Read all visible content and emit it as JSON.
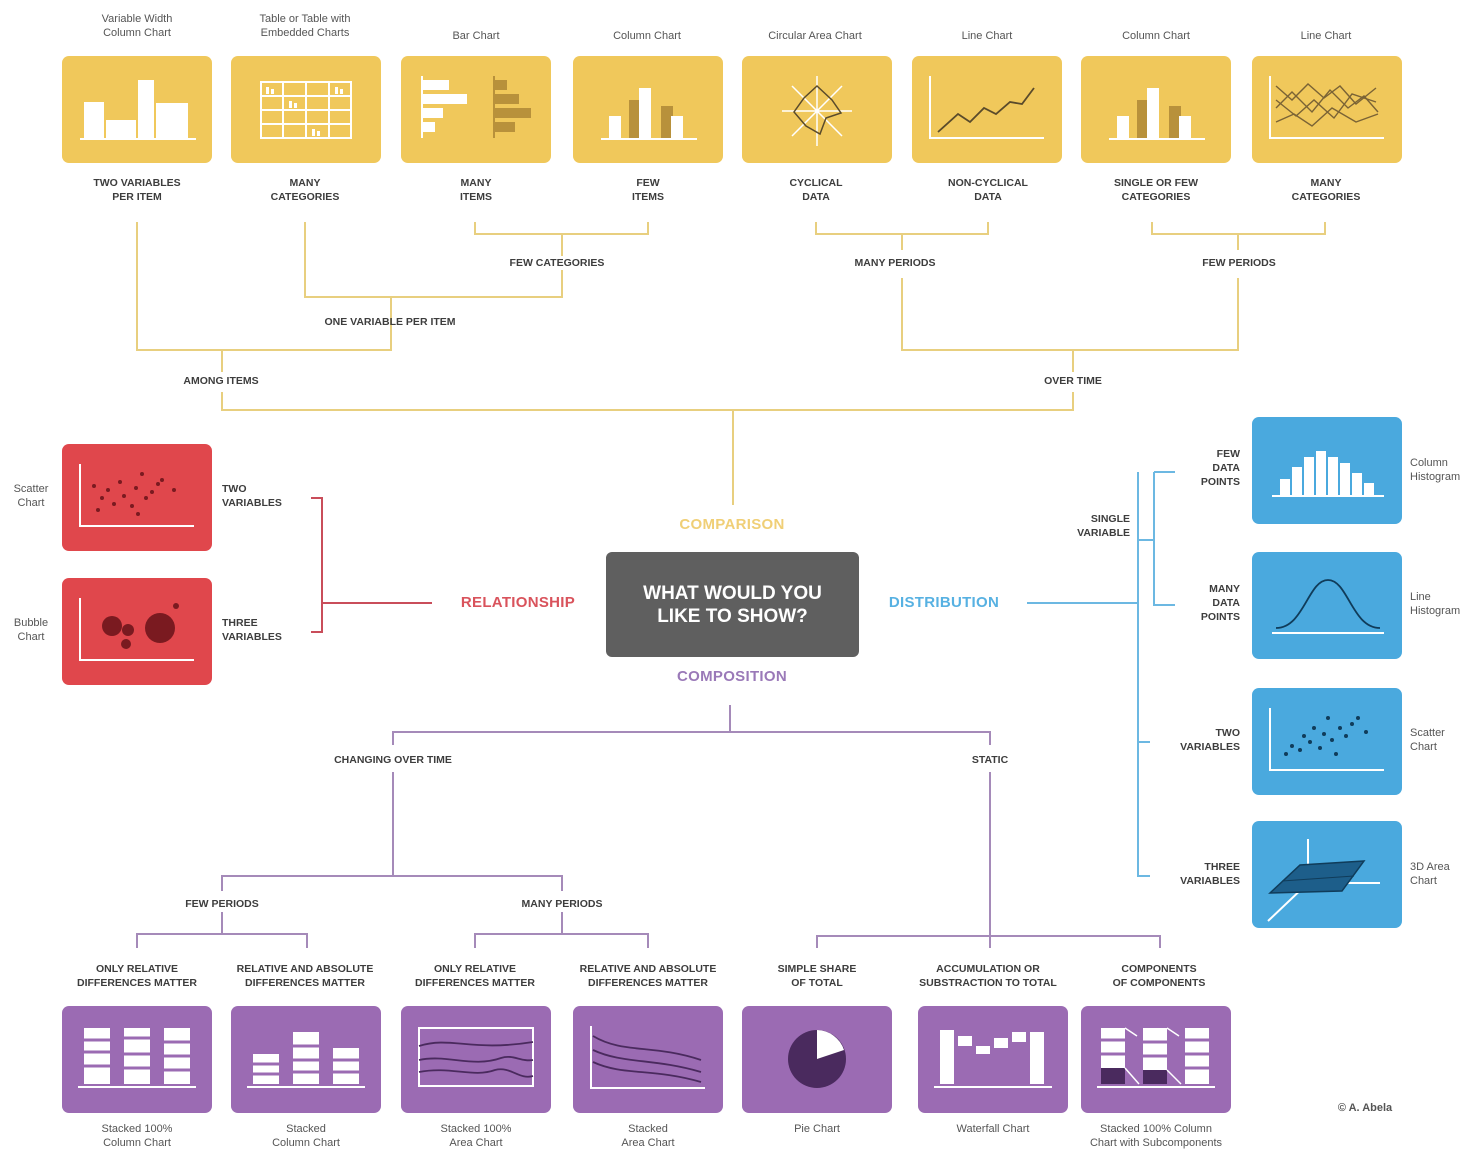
{
  "center_question": "WHAT WOULD YOU\nLIKE TO SHOW?",
  "categories": {
    "comparison": "COMPARISON",
    "relationship": "RELATIONSHIP",
    "distribution": "DISTRIBUTION",
    "composition": "COMPOSITION"
  },
  "colors": {
    "comparison": "#f0c85b",
    "relationship": "#e0474c",
    "distribution": "#4aa9de",
    "composition": "#9b6bb3",
    "center": "#5f5f5f"
  },
  "comparison": {
    "charts": [
      {
        "title": "Variable Width\nColumn Chart",
        "label": "TWO VARIABLES\nPER ITEM",
        "icon": "variable-width-column-chart-icon"
      },
      {
        "title": "Table or Table with\nEmbedded Charts",
        "label": "MANY\nCATEGORIES",
        "icon": "table-embedded-charts-icon"
      },
      {
        "title": "Bar Chart",
        "label": "MANY\nITEMS",
        "icon": "bar-chart-icon"
      },
      {
        "title": "Column Chart",
        "label": "FEW\nITEMS",
        "icon": "column-chart-icon"
      },
      {
        "title": "Circular Area Chart",
        "label": "CYCLICAL\nDATA",
        "icon": "circular-area-chart-icon"
      },
      {
        "title": "Line Chart",
        "label": "NON-CYCLICAL\nDATA",
        "icon": "line-chart-icon"
      },
      {
        "title": "Column Chart",
        "label": "SINGLE OR FEW\nCATEGORIES",
        "icon": "column-chart-icon"
      },
      {
        "title": "Line Chart",
        "label": "MANY\nCATEGORIES",
        "icon": "multi-line-chart-icon"
      }
    ],
    "branches": {
      "few_categories": "FEW CATEGORIES",
      "many_periods": "MANY PERIODS",
      "few_periods": "FEW PERIODS",
      "one_variable_per_item": "ONE VARIABLE PER ITEM",
      "among_items": "AMONG ITEMS",
      "over_time": "OVER TIME"
    }
  },
  "relationship": {
    "items": [
      {
        "chart": "Scatter\nChart",
        "label": "TWO\nVARIABLES",
        "icon": "scatter-chart-icon"
      },
      {
        "chart": "Bubble\nChart",
        "label": "THREE\nVARIABLES",
        "icon": "bubble-chart-icon"
      }
    ]
  },
  "distribution": {
    "single_variable": "SINGLE\nVARIABLE",
    "items": [
      {
        "label": "FEW\nDATA\nPOINTS",
        "chart": "Column\nHistogram",
        "icon": "column-histogram-icon"
      },
      {
        "label": "MANY\nDATA\nPOINTS",
        "chart": "Line\nHistogram",
        "icon": "line-histogram-icon"
      },
      {
        "label": "TWO\nVARIABLES",
        "chart": "Scatter\nChart",
        "icon": "scatter-chart-icon"
      },
      {
        "label": "THREE\nVARIABLES",
        "chart": "3D Area\nChart",
        "icon": "3d-area-chart-icon"
      }
    ]
  },
  "composition": {
    "branches": {
      "changing_over_time": "CHANGING OVER TIME",
      "static": "STATIC",
      "few_periods": "FEW PERIODS",
      "many_periods": "MANY PERIODS"
    },
    "charts": [
      {
        "label": "ONLY RELATIVE\nDIFFERENCES MATTER",
        "title": "Stacked 100%\nColumn Chart",
        "icon": "stacked-100-column-chart-icon"
      },
      {
        "label": "RELATIVE AND ABSOLUTE\nDIFFERENCES MATTER",
        "title": "Stacked\nColumn Chart",
        "icon": "stacked-column-chart-icon"
      },
      {
        "label": "ONLY RELATIVE\nDIFFERENCES MATTER",
        "title": "Stacked 100%\nArea Chart",
        "icon": "stacked-100-area-chart-icon"
      },
      {
        "label": "RELATIVE AND ABSOLUTE\nDIFFERENCES MATTER",
        "title": "Stacked\nArea Chart",
        "icon": "stacked-area-chart-icon"
      },
      {
        "label": "SIMPLE SHARE\nOF TOTAL",
        "title": "Pie Chart",
        "icon": "pie-chart-icon"
      },
      {
        "label": "ACCUMULATION OR\nSUBSTRACTION TO TOTAL",
        "title": "Waterfall Chart",
        "icon": "waterfall-chart-icon"
      },
      {
        "label": "COMPONENTS\nOF COMPONENTS",
        "title": "Stacked 100% Column\nChart with Subcomponents",
        "icon": "stacked-100-column-subcomponents-icon"
      }
    ]
  },
  "credit": "© A. Abela"
}
